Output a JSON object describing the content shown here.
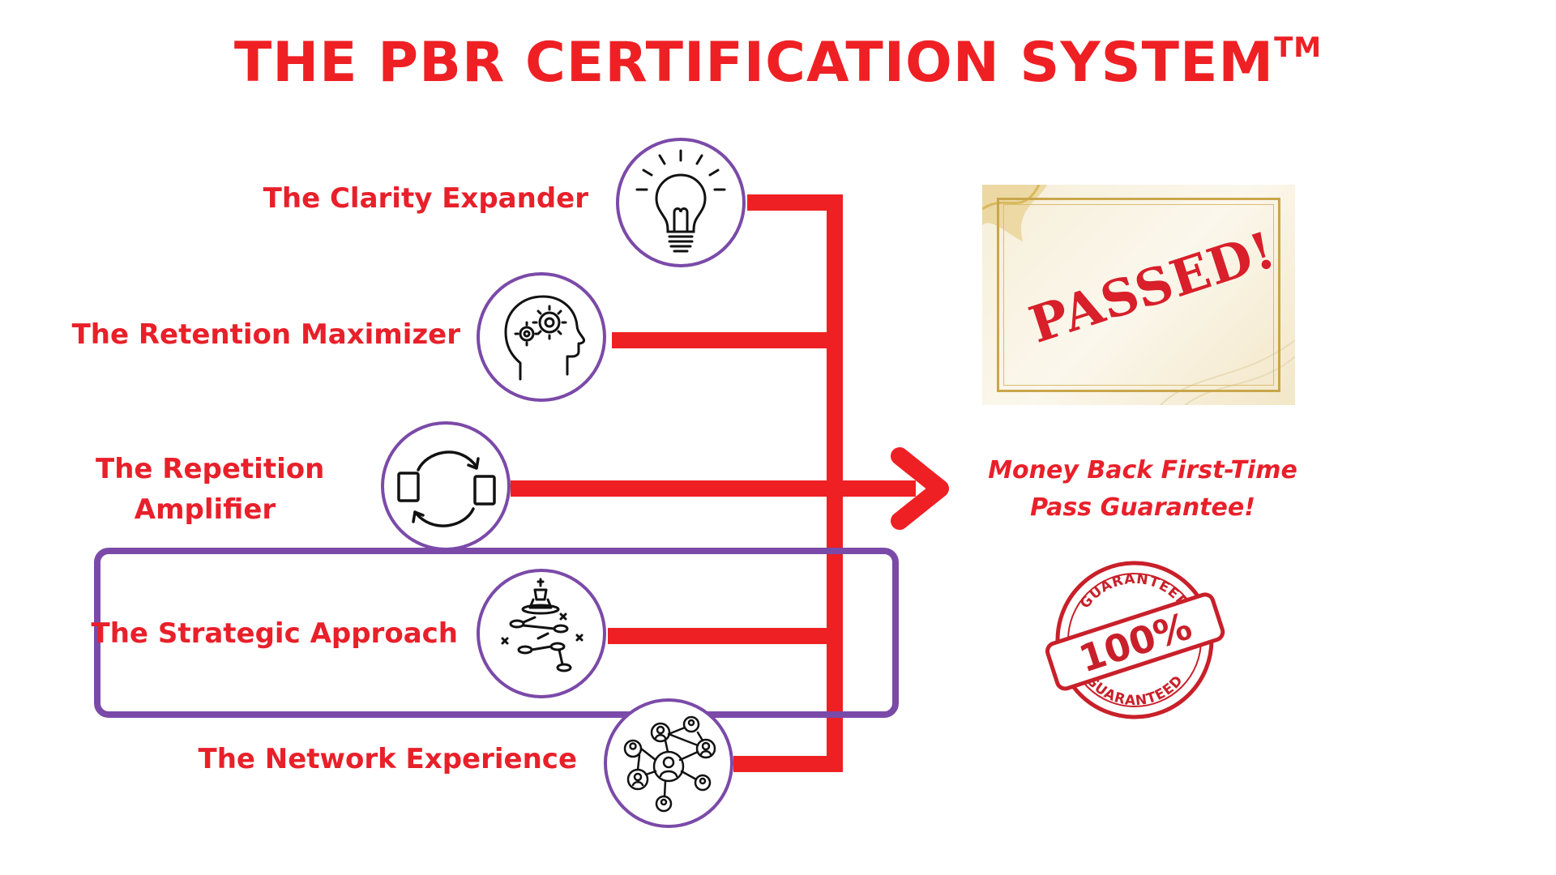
{
  "title": {
    "text": "THE PBR CERTIFICATION SYSTEM",
    "mark": "TM"
  },
  "components": [
    {
      "label": "The Clarity Expander",
      "icon": "lightbulb-icon"
    },
    {
      "label": "The Retention Maximizer",
      "icon": "brain-gears-icon"
    },
    {
      "label_line1": "The Repetition",
      "label_line2": "Amplifier",
      "icon": "cycle-arrows-icon"
    },
    {
      "label": "The Strategic Approach",
      "icon": "chess-strategy-icon"
    },
    {
      "label": "The Network Experience",
      "icon": "network-people-icon"
    }
  ],
  "highlighted_component": "The Strategic Approach",
  "certificate": {
    "stamp_text": "PASSED!"
  },
  "guarantee": {
    "line1": "Money Back First-Time",
    "line2": "Pass Guarantee!"
  },
  "seal": {
    "center_text": "100%",
    "ring_text": "GUARANTEED"
  },
  "colors": {
    "accent_red": "#ee2024",
    "frame_purple": "#7b4aa8",
    "gold": "#c9a64c"
  }
}
